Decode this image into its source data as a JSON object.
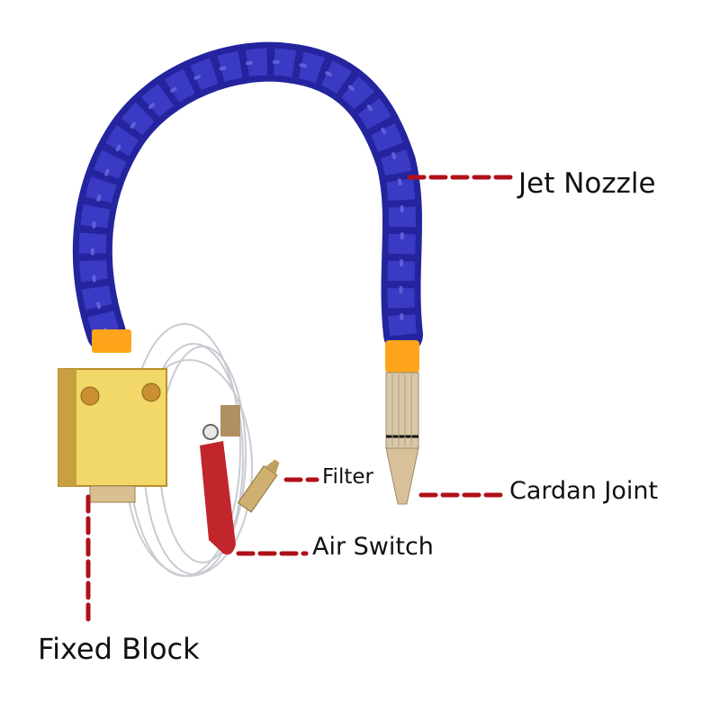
{
  "product_diagram": {
    "labels": {
      "jet_nozzle": "Jet Nozzle",
      "filter": "Filter",
      "cardan_joint": "Cardan Joint",
      "air_switch": "Air Switch",
      "fixed_block": "Fixed Block"
    },
    "colors": {
      "hose_blue": "#2a2aa8",
      "hose_highlight": "#5a5ad8",
      "connector_orange": "#ffa51c",
      "brass_block": "#f0d060",
      "brass_dark": "#b8902c",
      "nozzle_brass": "#d8c098",
      "valve_red": "#c0262c",
      "leader_line_red": "#b01018",
      "tube_clear": "#d8dce0"
    }
  }
}
